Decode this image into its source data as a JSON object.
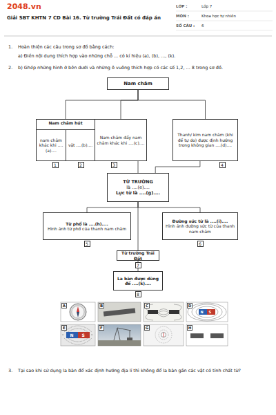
{
  "diagram": {
    "title": "Giải SBT KHTN 7 CD Bài 16. Từ trường Trái Đất có đáp án",
    "nodes": [
      {
        "text": [
          "Nam châm"
        ]
      },
      {
        "text": [
          "Nam châm hút"
        ]
      },
      {
        "text": [
          "nam châm khác khi ....(a)...."
        ],
        "in": 1
      },
      {
        "text": [
          "vật ....(b)...."
        ],
        "in": 1
      },
      {
        "text": [
          "Nam châm đẩy nam châm khác khi ....(c)...."
        ]
      },
      {
        "text": [
          "Thanh/ kim nam châm (khi để tự do) được định hướng trong không gian ....(d)...."
        ]
      },
      {
        "text": [
          "TỪ TRƯỜNG",
          "là ....(e)....",
          "Lực từ là ....(g)...."
        ]
      },
      {
        "text": [
          "Từ phổ là ....(h)....",
          "Hình ảnh từ phổ của thanh nam châm"
        ]
      },
      {
        "text": [
          "Đường sức từ là ....(i)....",
          "Hình ảnh đường sức từ của thanh nam châm"
        ]
      },
      {
        "text": [
          "Từ trường Trái Đất"
        ]
      },
      {
        "text": [
          "La bàn được dùng để ....(k)...."
        ]
      }
    ],
    "edges": [
      {
        "from": 0,
        "to": 1,
        "arrow": "none"
      },
      {
        "from": 0,
        "to": 4,
        "arrow": "none"
      },
      {
        "from": 0,
        "to": 5,
        "arrow": "none"
      },
      {
        "from": 4,
        "to": 6,
        "arrow": "none"
      },
      {
        "from": 5,
        "to": 6,
        "arrow": "none"
      },
      {
        "from": 6,
        "to": 7,
        "arrow": "none"
      },
      {
        "from": 6,
        "to": 8,
        "arrow": "none"
      },
      {
        "from": 6,
        "to": 9,
        "arrow": "none"
      },
      {
        "from": 9,
        "to": 10,
        "arrow": "none"
      }
    ],
    "labels": [
      "2048.vn",
      "LỚP :",
      "Lớp 7",
      "MÔN :",
      "Khoa học tự nhiên",
      "SỐ CÂU :",
      "6",
      "1.",
      "Hoàn thiện các câu trong sơ đồ bằng cách:",
      "a) Điền nội dung thích hợp vào những chỗ ... có kí hiệu (a), (b), ..., (k).",
      "2.",
      "b) Ghép những hình ở bên dưới và những ô vuông thích hợp có các số 1,2, ... 8 trong sơ đồ.",
      "1",
      "2",
      "3",
      "4",
      "5",
      "6",
      "7",
      "8",
      "A",
      "B",
      "C",
      "D",
      "E",
      "F",
      "G",
      "H",
      "3.",
      "Tại sao khi sử dụng la bàn để xác định hướng địa lí thì không để la bàn gần các vật có tính chất từ?",
      "N",
      "S",
      "N",
      "S"
    ]
  }
}
